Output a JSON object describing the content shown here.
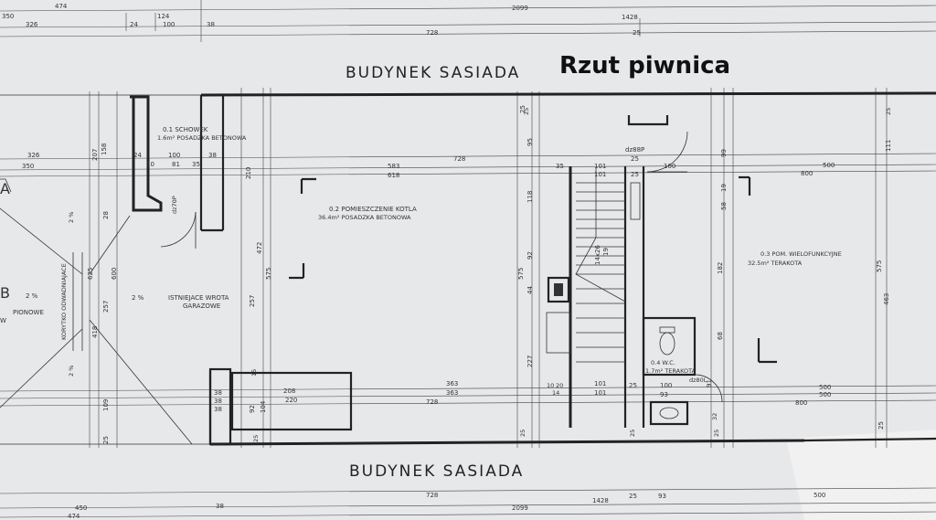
{
  "title": "Rzut piwnica",
  "neighbor_top": "BUDYNEK SASIADA",
  "neighbor_bottom": "BUDYNEK SASIADA",
  "rooms": {
    "schowek": {
      "name": "0.1 SCHOWEK",
      "spec": "1.6m² POSADZKA BETONOWA"
    },
    "kotlownia": {
      "name": "0.2 POMIESZCZENIE KOTLA",
      "spec": "36.4m² POSADZKA BETONOWA"
    },
    "wielofunkcyjne": {
      "name": "0.3 POM. WIELOFUNKCYJNE",
      "spec": "32.5m² TERAKOTA"
    },
    "wc": {
      "name": "0.4 W.C.",
      "spec": "1.7m² TERAKOTA"
    }
  },
  "labels": {
    "gate": "ISTNIEJACE WROTA",
    "gate2": "GARAZOWE",
    "corridor": "KORYTKO ODWADNIAJACE",
    "pionowe": "PIONOWE",
    "pionowe2": "W",
    "section_a": "A",
    "section_b": "B",
    "stairs": "14x26",
    "stairs2": "19",
    "slope": "2 %",
    "door_70p": "dz70P",
    "door_88p": "dz88P",
    "door_80l": "dz80L"
  },
  "dimensions": {
    "top_row1": [
      "474",
      "350",
      "2099",
      "1428"
    ],
    "top_row2": [
      "326",
      "24",
      "124",
      "100",
      "38",
      "728",
      "25"
    ],
    "mid_row1": [
      "326",
      "350",
      "728",
      "583",
      "618",
      "35",
      "101",
      "25",
      "100",
      "800",
      "500"
    ],
    "mid_row2": [
      "24",
      "100",
      "38",
      "10",
      "81",
      "35",
      "101",
      "25"
    ],
    "vert_left": [
      "207",
      "158",
      "28",
      "600",
      "625",
      "257",
      "418",
      "109",
      "25"
    ],
    "vert_mid": [
      "210",
      "472",
      "575",
      "257",
      "25",
      "575",
      "95",
      "118",
      "92",
      "44",
      "227"
    ],
    "vert_right": [
      "99",
      "19",
      "58",
      "182",
      "68",
      "91",
      "575",
      "111",
      "463",
      "25"
    ],
    "bottom_row1": [
      "38",
      "38",
      "38",
      "208",
      "220",
      "92",
      "104",
      "363",
      "363",
      "728",
      "10",
      "20",
      "14",
      "101",
      "101",
      "25",
      "100",
      "93",
      "500",
      "500",
      "800"
    ],
    "bottom_row2": [
      "450",
      "474",
      "38",
      "728",
      "2099",
      "1428",
      "25",
      "93",
      "500"
    ],
    "small": [
      "25",
      "25",
      "25",
      "25",
      "32",
      "25",
      "25",
      "15"
    ]
  }
}
